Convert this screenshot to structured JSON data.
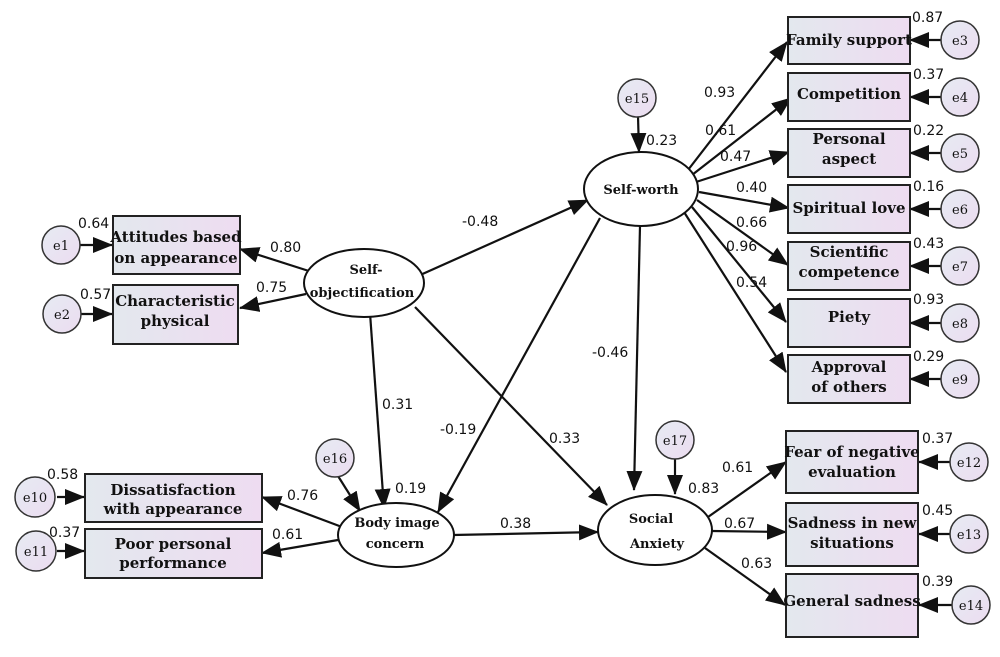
{
  "latent": {
    "self_objectification": {
      "line1": "Self-",
      "line2": "objectification"
    },
    "self_worth": {
      "line1": "Self-worth"
    },
    "body_image": {
      "line1": "Body image",
      "line2": "concern"
    },
    "social_anxiety": {
      "line1": "Social",
      "line2": "Anxiety"
    }
  },
  "indicators": [
    {
      "line1": "Attitudes based",
      "line2": "on appearance",
      "loading": "0.80",
      "error": "e1",
      "r2": "0.64"
    },
    {
      "line1": "Characteristic",
      "line2": "physical",
      "loading": "0.75",
      "error": "e2",
      "r2": "0.57"
    },
    {
      "line1": "Family support",
      "line2": "",
      "loading": "0.93",
      "error": "e3",
      "r2": "0.87"
    },
    {
      "line1": "Competition",
      "line2": "",
      "loading": "0.61",
      "error": "e4",
      "r2": "0.37"
    },
    {
      "line1": "Personal",
      "line2": "aspect",
      "loading": "0.47",
      "error": "e5",
      "r2": "0.22"
    },
    {
      "line1": "Spiritual love",
      "line2": "",
      "loading": "0.40",
      "error": "e6",
      "r2": "0.16"
    },
    {
      "line1": "Scientific",
      "line2": "competence",
      "loading": "0.66",
      "error": "e7",
      "r2": "0.43"
    },
    {
      "line1": "Piety",
      "line2": "",
      "loading": "0.96",
      "error": "e8",
      "r2": "0.93"
    },
    {
      "line1": "Approval",
      "line2": "of others",
      "loading": "0.54",
      "error": "e9",
      "r2": "0.29"
    },
    {
      "line1": "Dissatisfaction",
      "line2": "with appearance",
      "loading": "0.76",
      "error": "e10",
      "r2": "0.58"
    },
    {
      "line1": "Poor personal",
      "line2": "performance",
      "loading": "0.61",
      "error": "e11",
      "r2": "0.37"
    },
    {
      "line1": "Fear of negative",
      "line2": "evaluation",
      "loading": "0.61",
      "error": "e12",
      "r2": "0.37"
    },
    {
      "line1": "Sadness in new",
      "line2": "situations",
      "loading": "0.67",
      "error": "e13",
      "r2": "0.45"
    },
    {
      "line1": "General sadness",
      "line2": "",
      "loading": "0.63",
      "error": "e14",
      "r2": "0.39"
    }
  ],
  "disturbances": {
    "e15": {
      "label": "e15",
      "r2": "0.23"
    },
    "e16": {
      "label": "e16",
      "r2": "0.19"
    },
    "e17": {
      "label": "e17",
      "r2": "0.83"
    }
  },
  "structural": {
    "so_to_sw": "-0.48",
    "so_to_bic": "0.31",
    "so_to_sa": "0.33",
    "sw_to_bic": "-0.19",
    "sw_to_sa": "-0.46",
    "bic_to_sa": "0.38"
  }
}
